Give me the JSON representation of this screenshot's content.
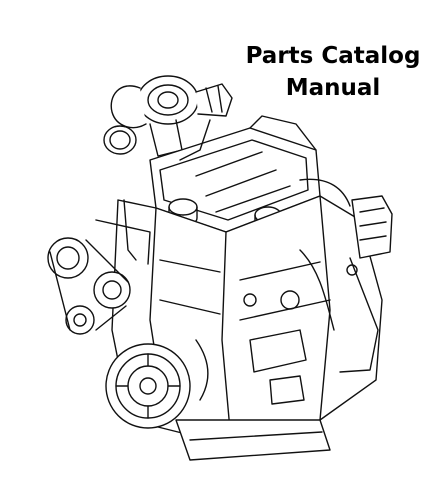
{
  "title": {
    "line1": "Parts Catalog",
    "line2": "Manual"
  },
  "illustration": {
    "subject": "diesel engine line drawing",
    "stroke_color": "#111111",
    "fill_color": "#ffffff"
  }
}
